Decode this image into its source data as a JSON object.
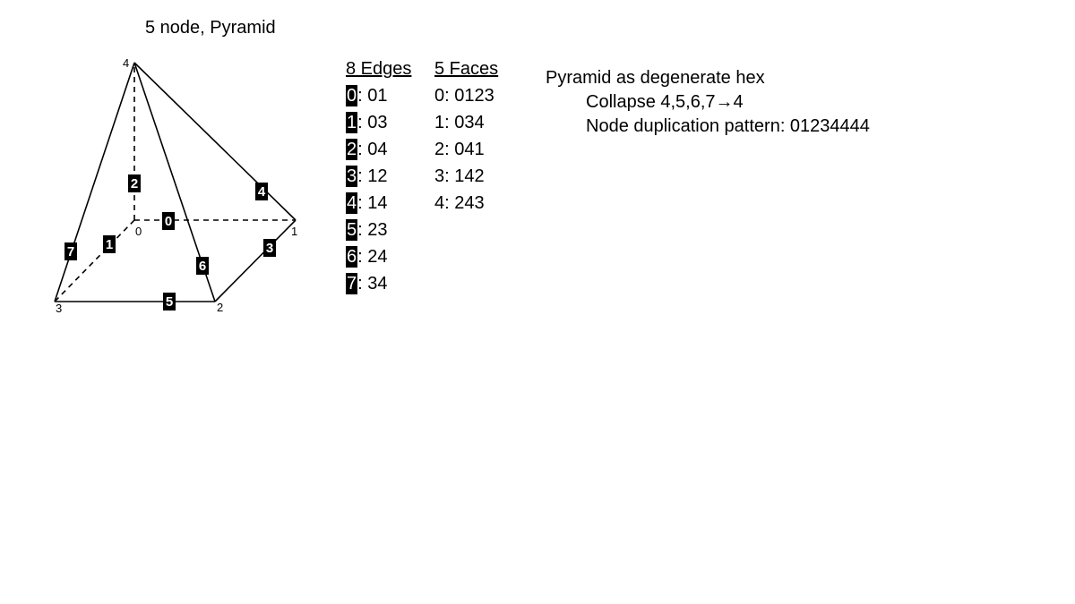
{
  "title": "5 node, Pyramid",
  "nodes": [
    "0",
    "1",
    "2",
    "3",
    "4"
  ],
  "edges_header": "8 Edges",
  "edges": [
    {
      "id": "0",
      "nodes": "01"
    },
    {
      "id": "1",
      "nodes": "03"
    },
    {
      "id": "2",
      "nodes": "04"
    },
    {
      "id": "3",
      "nodes": "12"
    },
    {
      "id": "4",
      "nodes": "14"
    },
    {
      "id": "5",
      "nodes": "23"
    },
    {
      "id": "6",
      "nodes": "24"
    },
    {
      "id": "7",
      "nodes": "34"
    }
  ],
  "faces_header": "5 Faces",
  "faces": [
    {
      "id": "0",
      "nodes": "0123"
    },
    {
      "id": "1",
      "nodes": "034"
    },
    {
      "id": "2",
      "nodes": "041"
    },
    {
      "id": "3",
      "nodes": "142"
    },
    {
      "id": "4",
      "nodes": "243"
    }
  ],
  "notes": {
    "heading": "Pyramid as degenerate hex",
    "line1": "Collapse 4,5,6,7→4",
    "line2": "Node duplication pattern: 01234444"
  }
}
